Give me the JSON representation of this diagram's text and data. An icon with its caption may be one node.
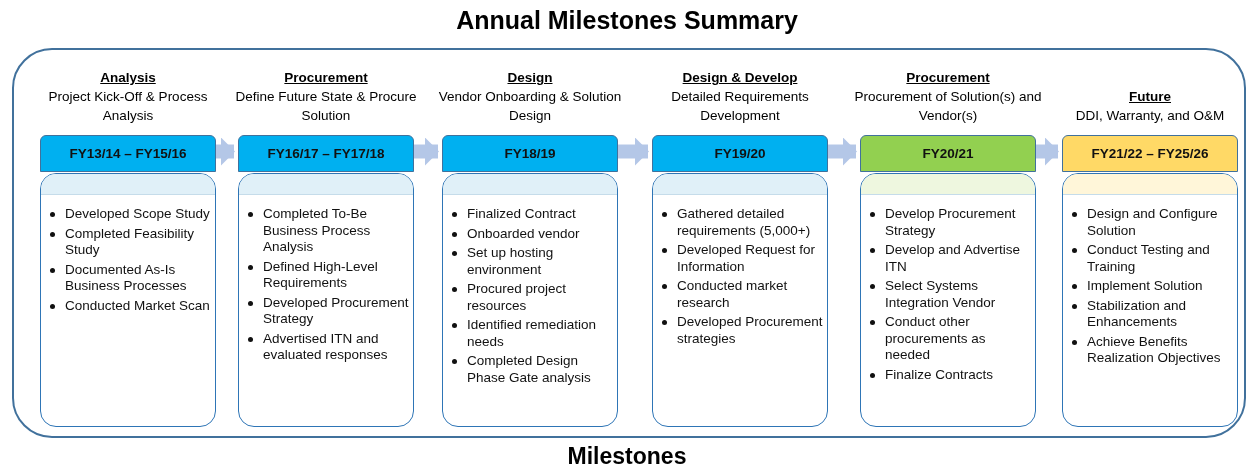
{
  "diagram": {
    "title": "Annual Milestones Summary",
    "nodes": [
      {
        "text": [
          "Milestones"
        ]
      },
      {
        "text": [
          "FY13/14 – FY15/16"
        ],
        "in": 0,
        "beside": [
          "Analysis",
          "Project Kick-Off & Process Analysis"
        ]
      },
      {
        "text": [
          "Developed Scope Study",
          "Completed Feasibility Study",
          "Documented As-Is Business Processes",
          "Conducted Market Scan"
        ],
        "in": 0
      },
      {
        "text": [
          "FY16/17 – FY17/18"
        ],
        "in": 0,
        "beside": [
          "Procurement",
          "Define Future State & Procure Solution"
        ]
      },
      {
        "text": [
          "Completed To-Be Business Process Analysis",
          "Defined High-Level Requirements",
          "Developed Procurement Strategy",
          "Advertised ITN and evaluated responses"
        ],
        "in": 0
      },
      {
        "text": [
          "FY18/19"
        ],
        "in": 0,
        "beside": [
          "Design",
          "Vendor Onboarding & Solution Design"
        ]
      },
      {
        "text": [
          "Finalized Contract",
          "Onboarded vendor",
          "Set up hosting environment",
          "Procured project resources",
          "Identified remediation needs",
          "Completed Design Phase Gate analysis"
        ],
        "in": 0
      },
      {
        "text": [
          "FY19/20"
        ],
        "in": 0,
        "beside": [
          "Design & Develop",
          "Detailed Requirements Development"
        ]
      },
      {
        "text": [
          "Gathered detailed requirements (5,000+)",
          "Developed Request for Information",
          "Conducted market research",
          "Developed Procurement strategies"
        ],
        "in": 0
      },
      {
        "text": [
          "FY20/21"
        ],
        "in": 0,
        "beside": [
          "Procurement",
          "Procurement of Solution(s) and Vendor(s)"
        ]
      },
      {
        "text": [
          "Develop Procurement Strategy",
          "Develop and Advertise ITN",
          "Select Systems Integration Vendor",
          "Conduct other procurements as needed",
          "Finalize Contracts"
        ],
        "in": 0
      },
      {
        "text": [
          "FY21/22 – FY25/26"
        ],
        "in": 0,
        "beside": [
          "Future",
          "DDI, Warranty, and O&M"
        ]
      },
      {
        "text": [
          "Design and Configure Solution",
          "Conduct Testing and Training",
          "Implement Solution",
          "Stabilization and Enhancements",
          "Achieve Benefits Realization Objectives"
        ],
        "in": 0
      }
    ],
    "edges": [
      {
        "from": 1,
        "to": 3,
        "arrow": "to"
      },
      {
        "from": 3,
        "to": 5,
        "arrow": "to"
      },
      {
        "from": 5,
        "to": 7,
        "arrow": "to"
      },
      {
        "from": 7,
        "to": 9,
        "arrow": "to"
      },
      {
        "from": 9,
        "to": 11,
        "arrow": "to"
      }
    ]
  }
}
